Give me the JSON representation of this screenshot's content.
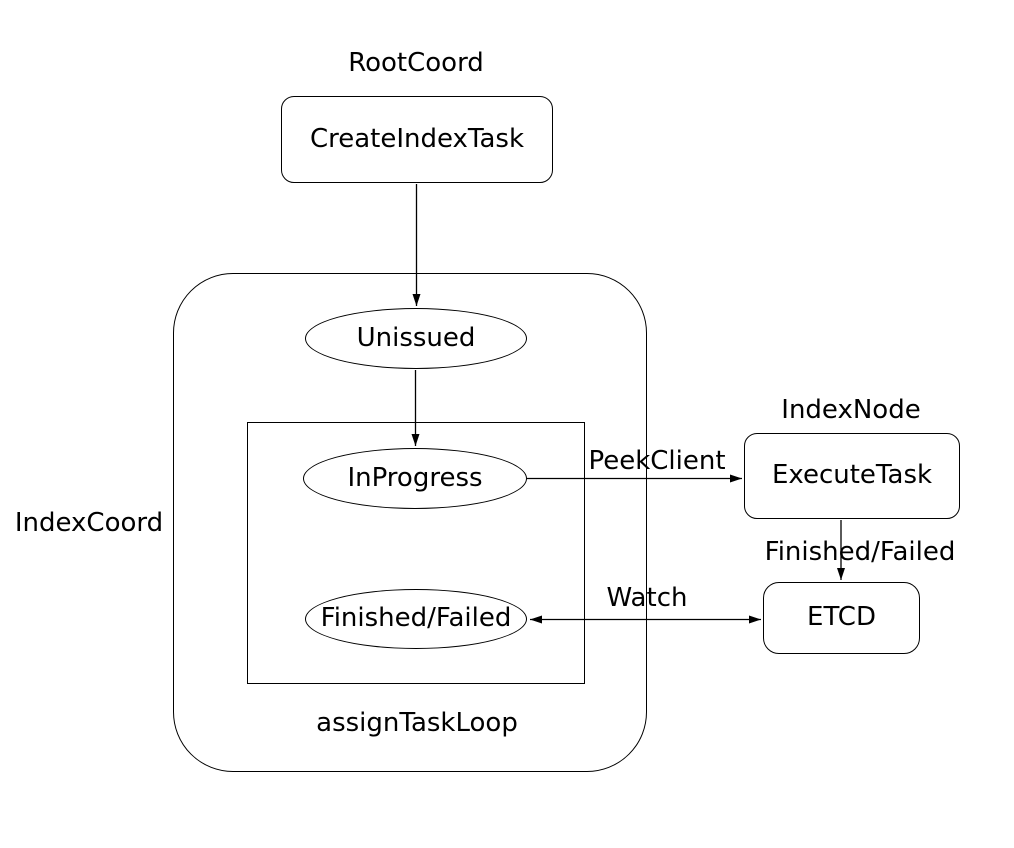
{
  "diagram": {
    "container_labels": {
      "root_coord": "RootCoord",
      "index_coord": "IndexCoord",
      "index_node": "IndexNode",
      "assign_task_loop": "assignTaskLoop"
    },
    "nodes": {
      "create_index_task": "CreateIndexTask",
      "unissued": "Unissued",
      "in_progress": "InProgress",
      "finished_failed": "Finished/Failed",
      "execute_task": "ExecuteTask",
      "etcd": "ETCD"
    },
    "edges": [
      {
        "from": "CreateIndexTask",
        "to": "Unissued",
        "label": ""
      },
      {
        "from": "Unissued",
        "to": "InProgress",
        "label": ""
      },
      {
        "from": "InProgress",
        "to": "ExecuteTask",
        "label": "PeekClient"
      },
      {
        "from": "ExecuteTask",
        "to": "ETCD",
        "label": "Finished/Failed"
      },
      {
        "from": "ETCD",
        "to": "Finished/Failed",
        "label": "Watch",
        "bidirectional": true
      }
    ],
    "colors": {
      "stroke": "#000000",
      "text": "#000000",
      "background": "#ffffff"
    }
  }
}
